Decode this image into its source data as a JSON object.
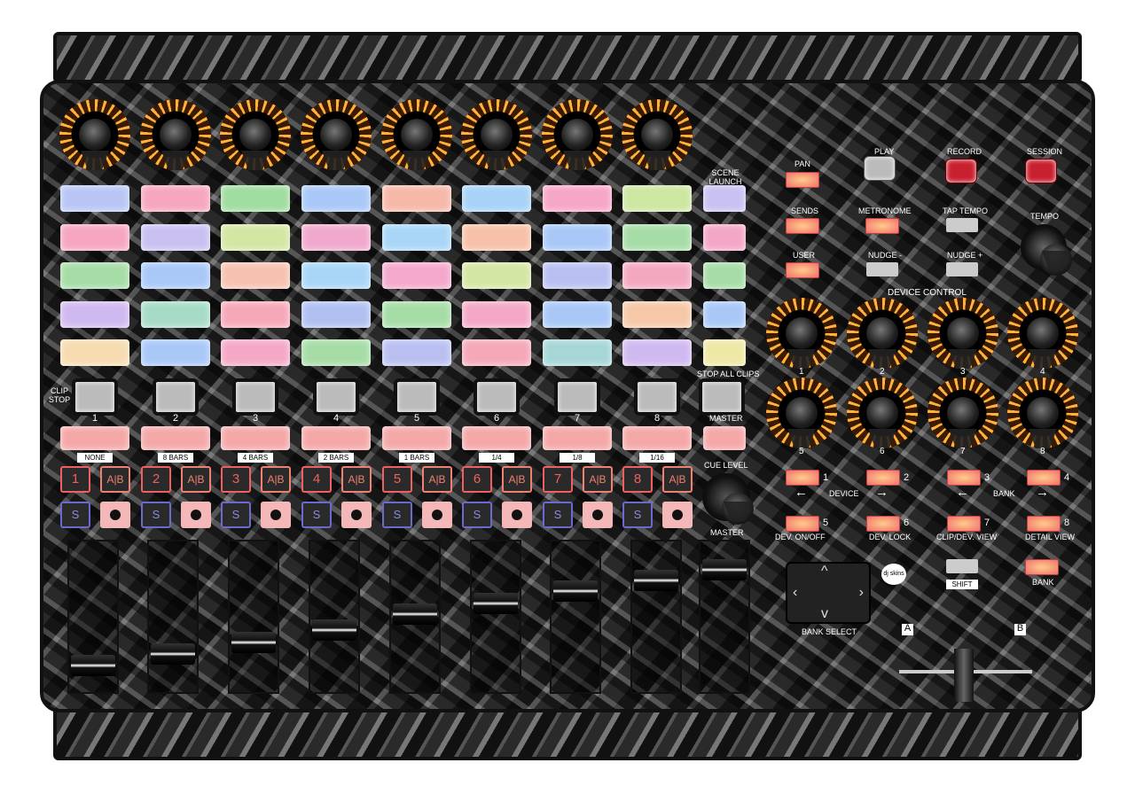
{
  "colors": {
    "knob_led": "#ffb13b",
    "record": "#c8202f",
    "track_select": "#f4a7a7"
  },
  "top_knobs": 8,
  "scene_launch_label": "SCENE LAUNCH",
  "clip_pad_colors": [
    [
      "#b9c6f5",
      "#f6a6bd",
      "#9fdc9f",
      "#a9c8f7",
      "#f6b8a8",
      "#a6d3f7",
      "#f6a6c6",
      "#cde6a0",
      "#c9c0f1"
    ],
    [
      "#f6a6c0",
      "#c9c0f1",
      "#d4e6a3",
      "#f0a8cc",
      "#a9d6f7",
      "#f7c0a8",
      "#a9c8f7",
      "#a6dca6",
      "#f4a6c6"
    ],
    [
      "#a6dca6",
      "#a9c8f7",
      "#f6c2b0",
      "#a9d6f7",
      "#f4a8cc",
      "#d4e6a3",
      "#b9c0f1",
      "#f4a8c0",
      "#a6dca6"
    ],
    [
      "#d0b9f0",
      "#a6dcc6",
      "#f6a8b8",
      "#b0c0f1",
      "#a6dca6",
      "#f4a8c6",
      "#a9c8f7",
      "#f6c8a8",
      "#a9c8f7"
    ],
    [
      "#f6dcb0",
      "#a9c8f7",
      "#f4a8c6",
      "#a6dca6",
      "#b9c0f1",
      "#f4a8b8",
      "#a6d6d6",
      "#d0b9f0",
      "#eee8a6"
    ]
  ],
  "clip_stop_label": "CLIP STOP",
  "stop_all_label": "STOP ALL CLIPS",
  "track_numbers": [
    "1",
    "2",
    "3",
    "4",
    "5",
    "6",
    "7",
    "8"
  ],
  "master_label": "MASTER",
  "quantize_labels": [
    "NONE",
    "8 BARS",
    "4 BARS",
    "2 BARS",
    "1 BARS",
    "1/4",
    "1/8",
    "1/16"
  ],
  "ab_label": "A|B",
  "solo_label": "S",
  "cue_level_label": "CUE LEVEL",
  "master_knob_label": "MASTER",
  "fader_levels": [
    0.12,
    0.21,
    0.3,
    0.4,
    0.52,
    0.6,
    0.7,
    0.78,
    0.86
  ],
  "transport": {
    "play": "PLAY",
    "record": "RECORD",
    "session": "SESSION"
  },
  "modes": {
    "pan": "PAN",
    "sends": "SENDS",
    "user": "USER"
  },
  "buttons": {
    "metronome": "METRONOME",
    "tap_tempo": "TAP TEMPO",
    "nudge_minus": "NUDGE -",
    "nudge_plus": "NUDGE +",
    "tempo": "TEMPO"
  },
  "device_control_label": "DEVICE CONTROL",
  "device_knob_numbers": [
    "1",
    "2",
    "3",
    "4",
    "5",
    "6",
    "7",
    "8"
  ],
  "device_button_numbers": [
    "1",
    "2",
    "3",
    "4",
    "5",
    "6",
    "7",
    "8"
  ],
  "device_labels": {
    "device": "DEVICE",
    "bank": "BANK",
    "left_arrow": "←",
    "right_arrow": "→"
  },
  "device_button_labels": [
    "DEV. ON/OFF",
    "DEV. LOCK",
    "CLIP/DEV. VIEW",
    "DETAIL VIEW"
  ],
  "shift_label": "SHIFT",
  "bank_label": "BANK",
  "bank_select_label": "BANK SELECT",
  "crossfader": {
    "a": "A",
    "b": "B"
  },
  "logo_text": "dj skins"
}
